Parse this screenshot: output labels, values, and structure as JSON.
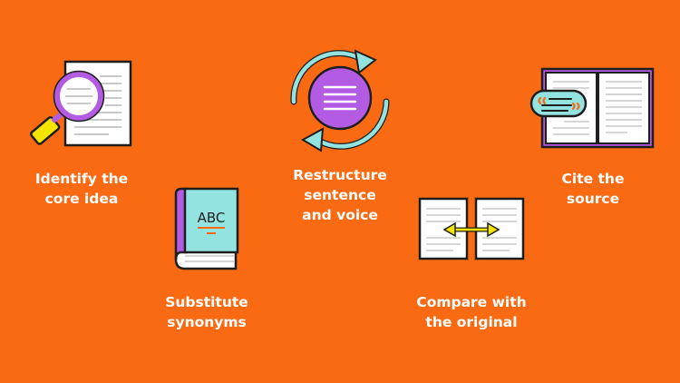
{
  "steps": [
    {
      "id": "identify",
      "icon": "magnifier-document-icon",
      "lines": [
        "Identify the",
        "core idea"
      ]
    },
    {
      "id": "substitute",
      "icon": "abc-book-icon",
      "book_text": "ABC",
      "lines": [
        "Substitute",
        "synonyms"
      ]
    },
    {
      "id": "restructure",
      "icon": "cycle-arrows-icon",
      "lines": [
        "Restructure",
        "sentence",
        "and voice"
      ]
    },
    {
      "id": "compare",
      "icon": "compare-pages-icon",
      "lines": [
        "Compare with",
        "the original"
      ]
    },
    {
      "id": "cite",
      "icon": "quote-book-icon",
      "lines": [
        "Cite the",
        "source"
      ]
    }
  ],
  "colors": {
    "background": "#FA6A13",
    "purple": "#B35BE3",
    "teal": "#93E3E0",
    "yellow": "#F7E300",
    "outline": "#1E1E1E"
  }
}
